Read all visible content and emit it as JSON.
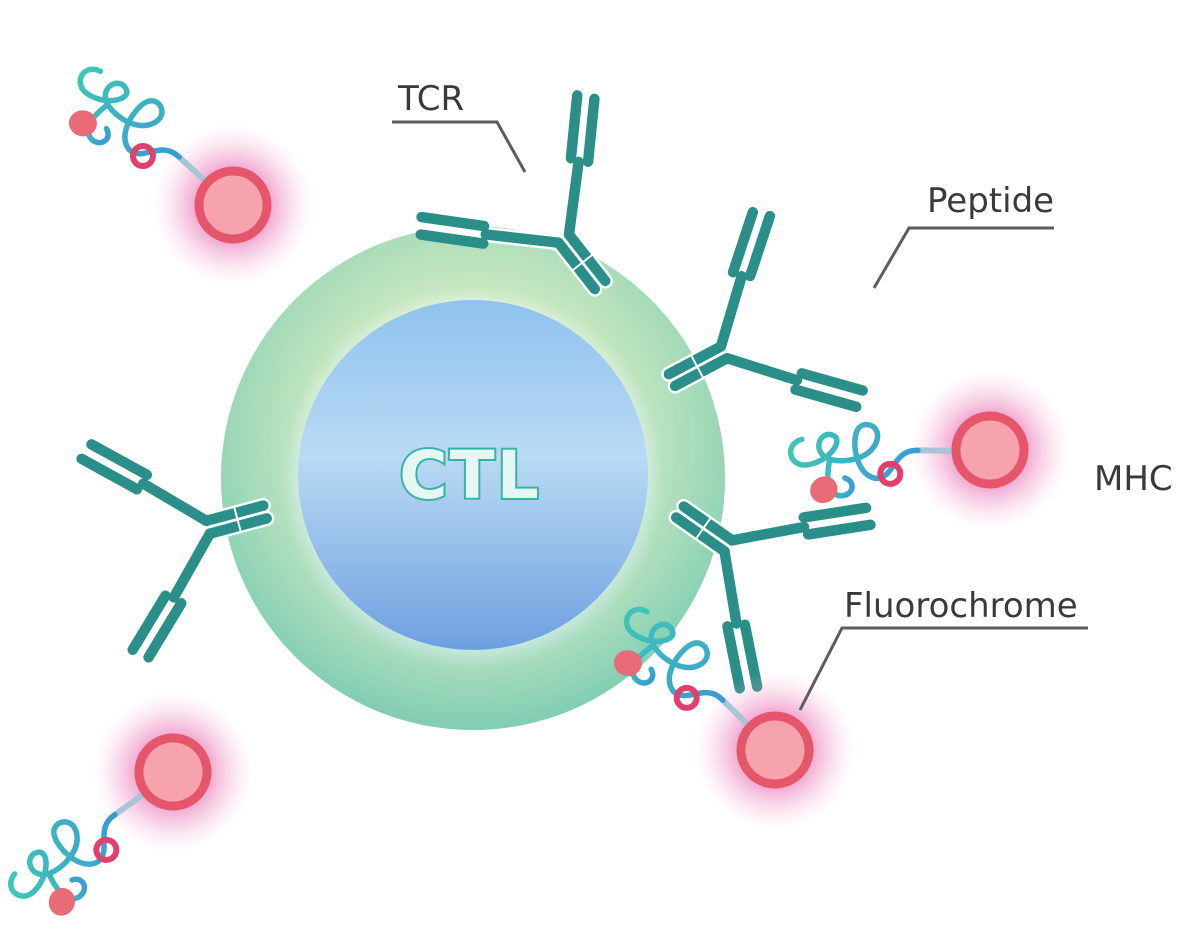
{
  "cell": {
    "label": "CTL"
  },
  "labels": {
    "tcr": "TCR",
    "peptide": "Peptide",
    "mhc": "MHC",
    "fluorochrome": "Fluorochrome"
  },
  "colors": {
    "membrane_outer": "#cfe9b9",
    "membrane_inner": "#6cc6ae",
    "nucleus_top": "#8fc2ee",
    "nucleus_mid": "#b9daf4",
    "nucleus_bottom": "#6e9fe0",
    "tcr": "#2b8f89",
    "fluorochrome_ring": "#e6566b",
    "fluorochrome_glow": "#e0409a",
    "mhc_chain": "#3fc0b6",
    "peptide": "#e86b78"
  }
}
